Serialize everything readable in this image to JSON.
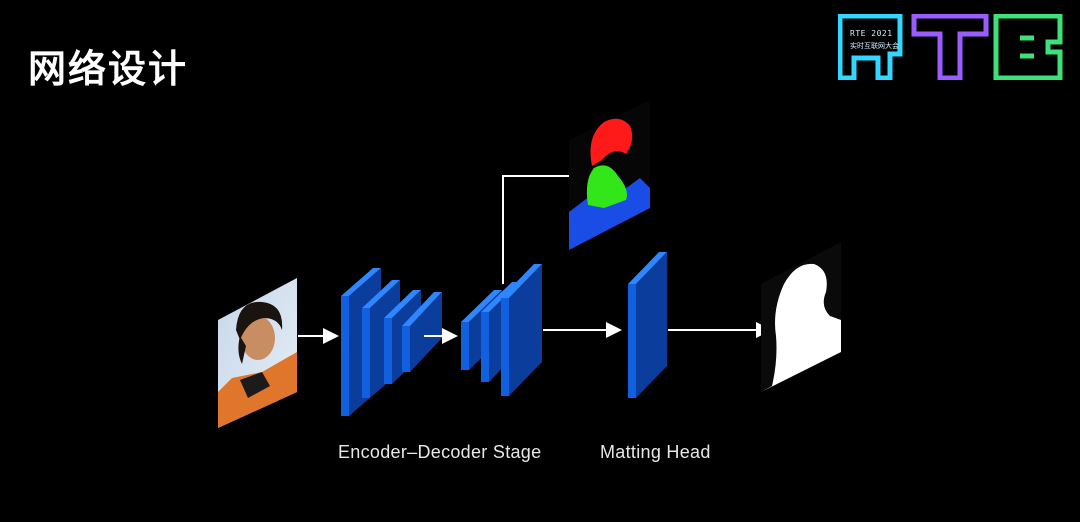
{
  "slide": {
    "title": "网络设计"
  },
  "logo": {
    "letters": "RTE",
    "event_name": "RTE 2021",
    "event_subtitle": "实时互联网大会",
    "colors": {
      "r": "#33d6ff",
      "t": "#9b5cff",
      "e": "#3ee07a"
    }
  },
  "diagram": {
    "labels": {
      "encoder_decoder": "Encoder–Decoder Stage",
      "matting_head": "Matting Head"
    },
    "colors": {
      "block_front": "#1060e0",
      "block_side": "#0a3d9c",
      "block_top": "#2f86ff",
      "arrow": "#ffffff",
      "segmentation_red": "#ff1a1a",
      "segmentation_green": "#33e61a",
      "segmentation_blue": "#1a4de6",
      "matte_white": "#ffffff"
    }
  }
}
